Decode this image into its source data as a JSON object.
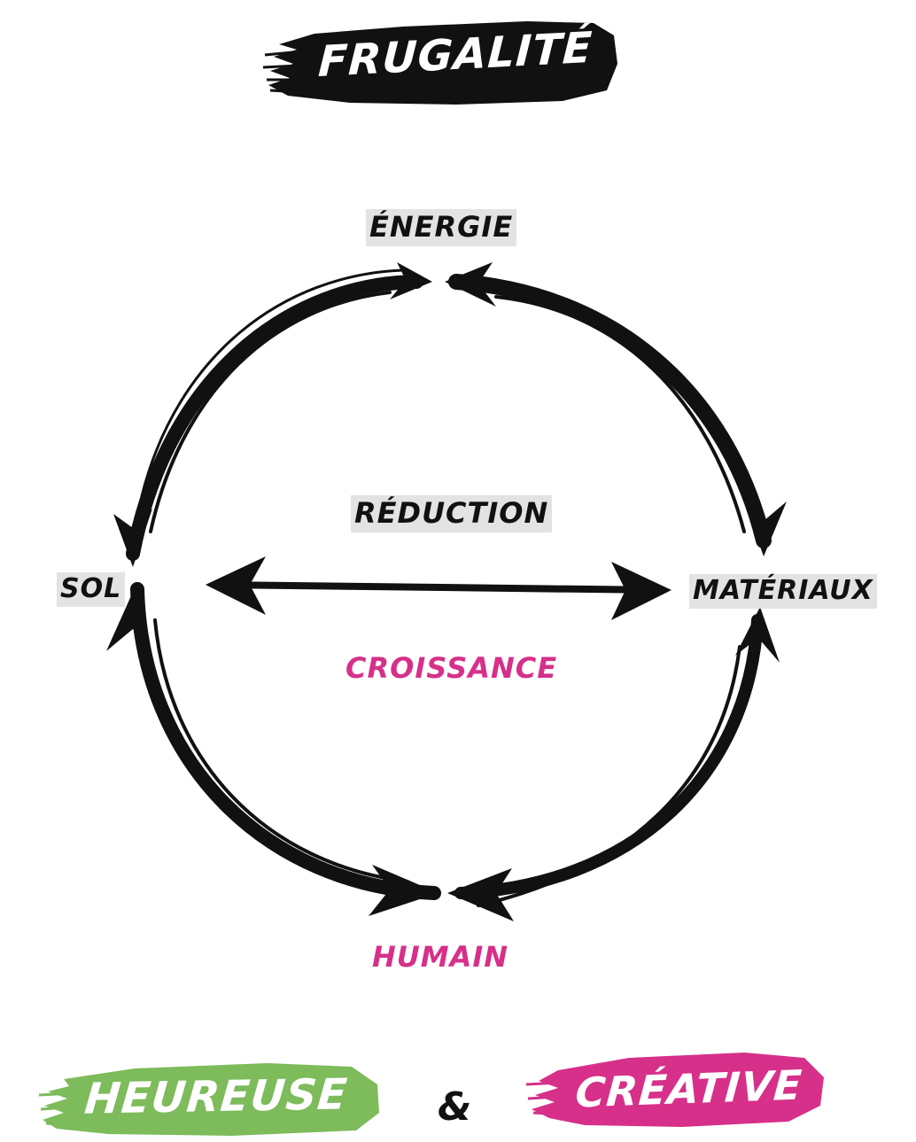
{
  "title": "FRUGALITÉ",
  "nodes": {
    "top": "ÉNERGIE",
    "left": "SOL",
    "right": "MATÉRIAUX",
    "bottom": "HUMAIN"
  },
  "center": {
    "upper": "RÉDUCTION",
    "lower": "CROISSANCE"
  },
  "footer": {
    "left": "HEUREUSE",
    "ampersand": "&",
    "right": "CRÉATIVE"
  },
  "colors": {
    "ink": "#111111",
    "pink": "#d6308a",
    "green": "#7dbb5b",
    "highlight": "#e3e3e3"
  }
}
